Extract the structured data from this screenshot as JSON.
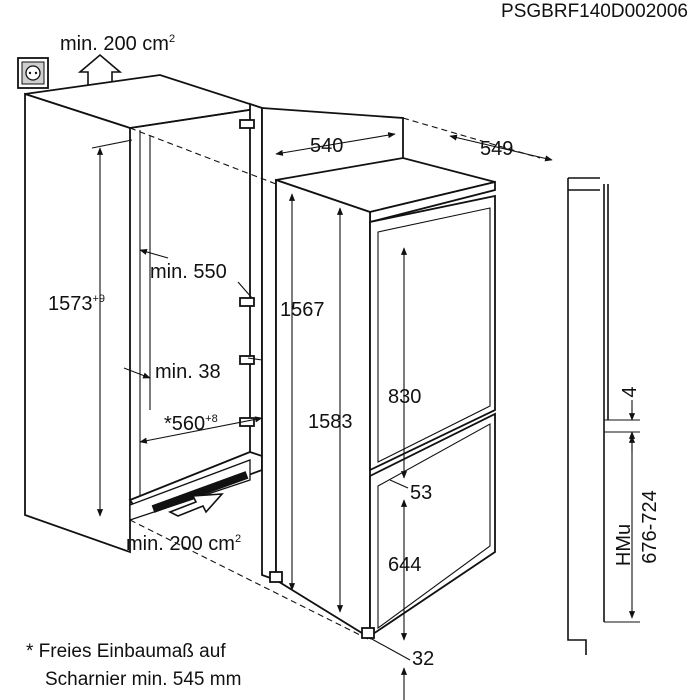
{
  "code": "PSGBRF140D002006",
  "labels": {
    "vent_top": "min. 200 cm",
    "vent_top_sup": "2",
    "vent_bottom": "min. 200 cm",
    "vent_bottom_sup": "2",
    "min_550": "min. 550",
    "min_38": "min. 38",
    "niche_height": "1573",
    "niche_height_sup": "+9",
    "niche_width_prefix": "*560",
    "niche_width_sup": "+8",
    "d540": "540",
    "d549": "549",
    "d1567": "1567",
    "d1583": "1583",
    "d830": "830",
    "d53": "53",
    "d644": "644",
    "d32": "32",
    "d4": "4",
    "hmu": "HMu",
    "hmu_range": "676-724"
  },
  "footnote": {
    "line1": "* Freies Einbaumaß auf",
    "line2": "Scharnier min. 545 mm"
  },
  "icons": [
    "socket-icon",
    "airflow-arrow-icon"
  ]
}
